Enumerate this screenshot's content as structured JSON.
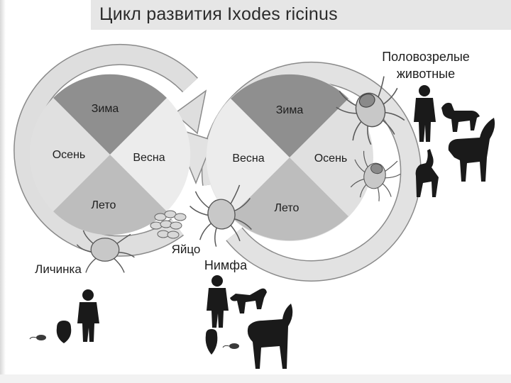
{
  "title": "Цикл развития Ixodes ricinus",
  "left_wheel": {
    "winter": "Зима",
    "autumn": "Осень",
    "spring": "Весна",
    "summer": "Лето"
  },
  "right_wheel": {
    "winter": "Зима",
    "spring": "Весна",
    "autumn": "Осень",
    "summer": "Лето"
  },
  "stages": {
    "adults_line1": "Половозрелые",
    "adults_line2": "животные",
    "eggs": "Яйцо",
    "nymph": "Нимфа",
    "larva": "Личинка"
  },
  "colors": {
    "dark_quadrant": "#8f8f8f",
    "mid_quadrant": "#bdbdbd",
    "light_quadrant": "#e4e4e4",
    "arrow_fill": "#dcdcdc",
    "silhouette": "#1a1a1a",
    "tick_body": "#c8c8c8"
  },
  "icons": [
    "human-silhouette-icon",
    "dog-silhouette-icon",
    "horse-silhouette-icon",
    "deer-silhouette-icon",
    "owl-silhouette-icon",
    "mouse-silhouette-icon",
    "tick-icon",
    "egg-cluster-icon"
  ]
}
